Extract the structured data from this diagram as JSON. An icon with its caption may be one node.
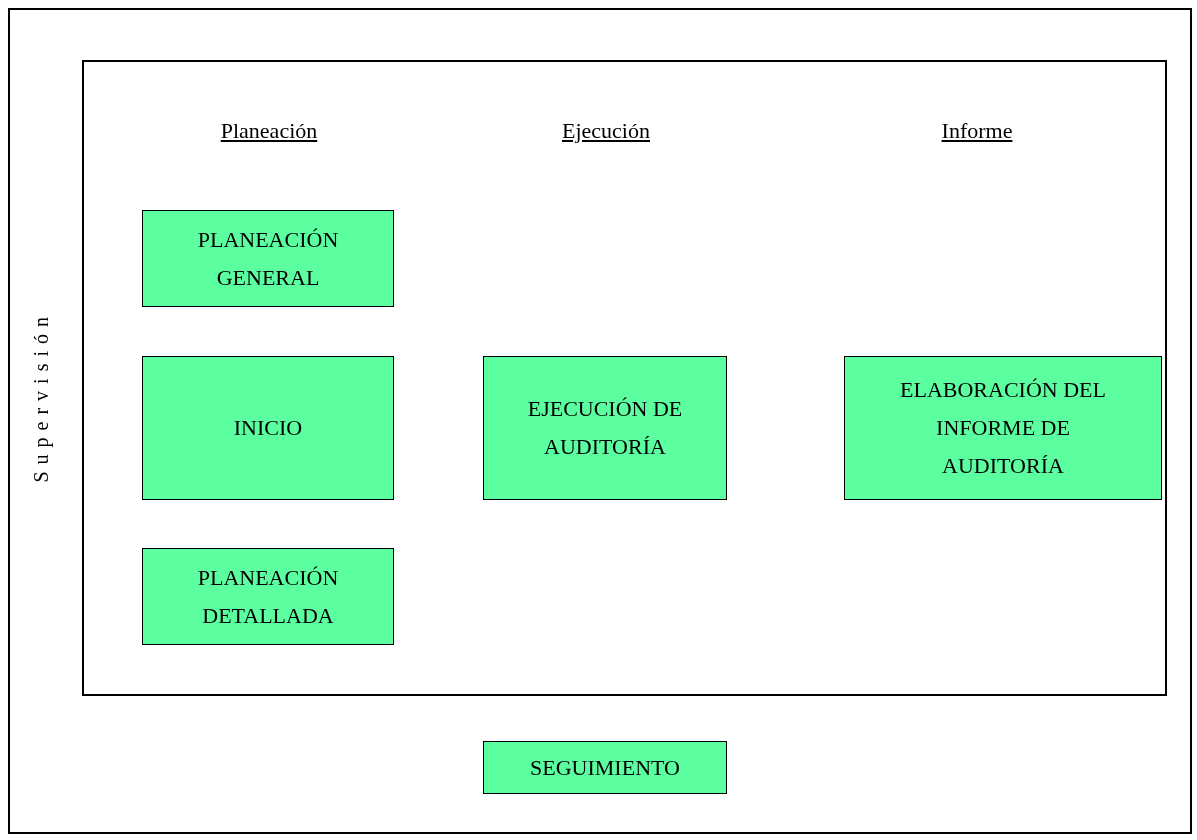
{
  "diagram": {
    "nodes": [
      {
        "text": [
          "Supervisión"
        ]
      },
      {
        "text": [],
        "shape": "box",
        "in": 0
      },
      {
        "text": [
          "PLANEACIÓN GENERAL"
        ],
        "in": 1
      },
      {
        "text": [
          "INICIO"
        ],
        "in": 1
      },
      {
        "text": [
          "EJECUCIÓN DE AUDITORÍA"
        ],
        "in": 1
      },
      {
        "text": [
          "ELABORACIÓN DEL INFORME DE AUDITORÍA"
        ],
        "in": 1
      },
      {
        "text": [
          "PLANEACIÓN DETALLADA"
        ],
        "in": 1
      },
      {
        "text": [
          "SEGUIMIENTO"
        ],
        "in": 0
      }
    ],
    "labels": [
      "Planeación",
      "Ejecución",
      "Informe"
    ]
  }
}
